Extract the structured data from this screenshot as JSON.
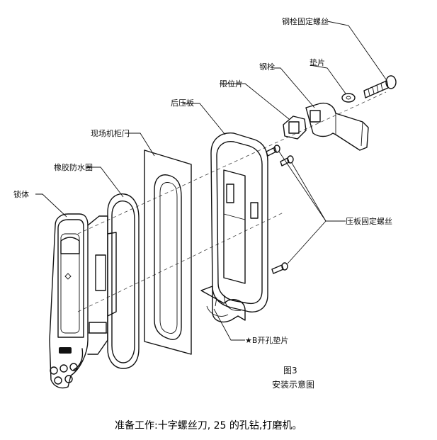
{
  "labels": {
    "steel_bolt_screw": "钢栓固定螺丝",
    "washer": "垫片",
    "steel_bolt": "钢栓",
    "limit_plate": "限位片",
    "back_plate": "后压板",
    "cabinet_door": "现场机柜门",
    "rubber_ring": "橡胶防水圈",
    "lock_body": "锁体",
    "plate_screws": "压板固定螺丝",
    "b_hole_spacer": "★B开孔垫片"
  },
  "figure": {
    "number": "图3",
    "title": "安装示意图"
  },
  "note": "准备工作:十字螺丝刀, 25 的孔钻,打磨机。"
}
